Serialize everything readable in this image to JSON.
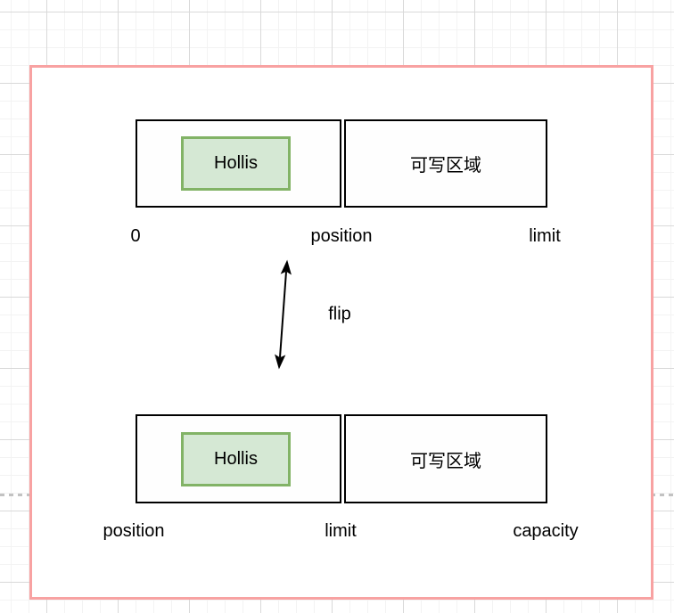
{
  "page": {
    "top_buffer": {
      "hollis": "Hollis",
      "writable": "可写区域",
      "marker_left": "0",
      "marker_middle": "position",
      "marker_right": "limit"
    },
    "flip": {
      "label": "flip"
    },
    "bottom_buffer": {
      "hollis": "Hollis",
      "writable": "可写区域",
      "marker_left": "position",
      "marker_middle": "limit",
      "marker_right": "capacity"
    },
    "colors": {
      "page_border": "#F8A2A2",
      "hollis_fill": "#D5E8D4",
      "hollis_border": "#82B366",
      "shape_border": "#000000",
      "text": "#000000"
    }
  }
}
